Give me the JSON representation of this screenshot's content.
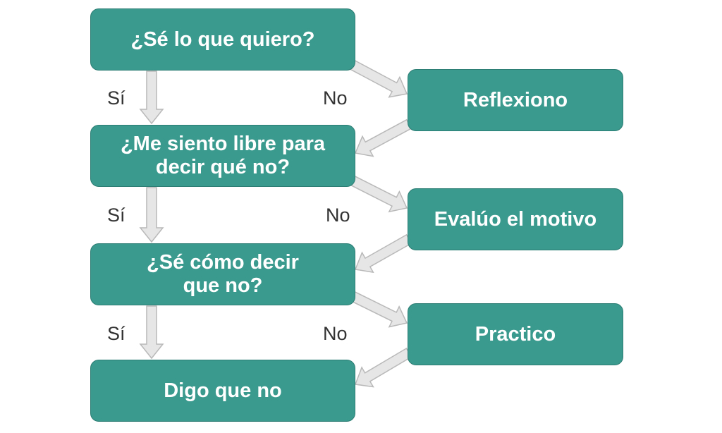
{
  "nodes": {
    "q1": "¿Sé lo que quiero?",
    "q2": "¿Me siento libre para\ndecir qué no?",
    "q3": "¿Sé cómo decir\nque no?",
    "end": "Digo que no",
    "a1": "Reflexiono",
    "a2": "Evalúo el motivo",
    "a3": "Practico"
  },
  "edge_labels": {
    "yes1": "Sí",
    "no1": "No",
    "yes2": "Sí",
    "no2": "No",
    "yes3": "Sí",
    "no3": "No"
  },
  "colors": {
    "box_fill": "#3a9a8e",
    "box_border": "#2c7d73",
    "arrow_fill": "#e6e6e6",
    "arrow_stroke": "#b9b9b9"
  }
}
